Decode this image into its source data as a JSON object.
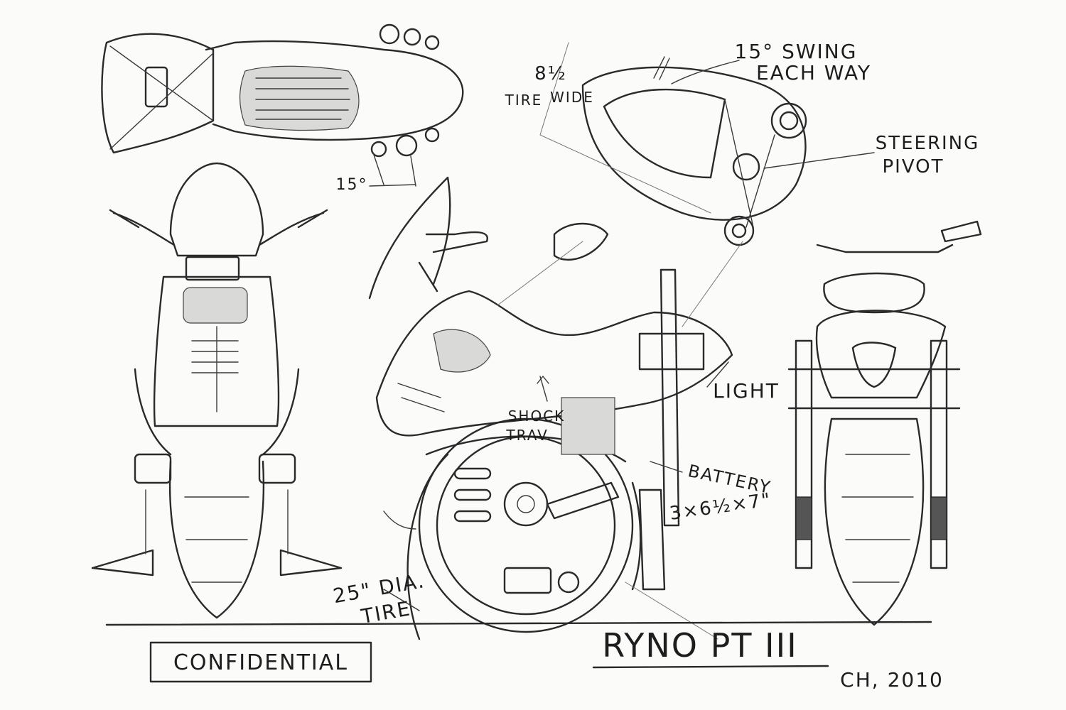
{
  "sheet": {
    "title": "RYNO PT III",
    "stamp": "CONFIDENTIAL",
    "signature": "CH, 2010"
  },
  "annotations": {
    "swing_line1": "15° SWING",
    "swing_line2": "EACH WAY",
    "tire_fraction": "8½",
    "tire_word": "TIRE",
    "wide_word": "WIDE",
    "steering_line1": "STEERING",
    "steering_line2": "PIVOT",
    "angle_top_view": "15°",
    "light": "LIGHT",
    "shock_line1": "SHOCK",
    "shock_line2": "TRAV.",
    "battery_line1": "BATTERY",
    "battery_line2": "3×6½×7\"",
    "tire_dia_line1": "25\" DIA.",
    "tire_dia_line2": "TIRE"
  }
}
